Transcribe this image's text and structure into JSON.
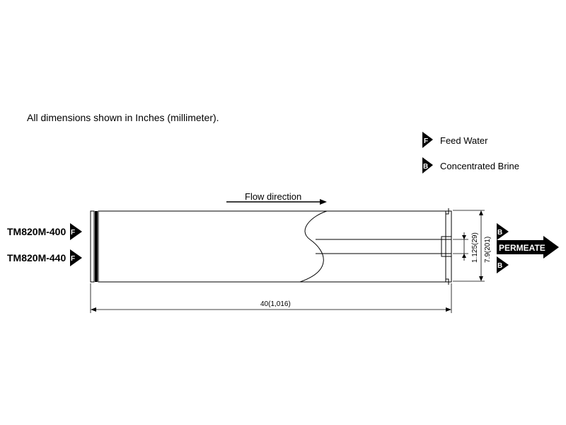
{
  "note": "All dimensions shown in Inches (millimeter).",
  "legend": {
    "feed_symbol": "F",
    "feed_label": "Feed Water",
    "brine_symbol": "B",
    "brine_label": "Concentrated Brine"
  },
  "flow_label": "Flow direction",
  "models": [
    "TM820M-400",
    "TM820M-440"
  ],
  "model_symbol": "F",
  "outlet": {
    "brine_symbol": "B",
    "permeate_label": "PERMEATE"
  },
  "dimensions": {
    "length": "40(1,016)",
    "diameter": "7.9(201)",
    "tube_diameter": "1.125(29)"
  },
  "colors": {
    "line": "#000000",
    "background": "#ffffff"
  }
}
